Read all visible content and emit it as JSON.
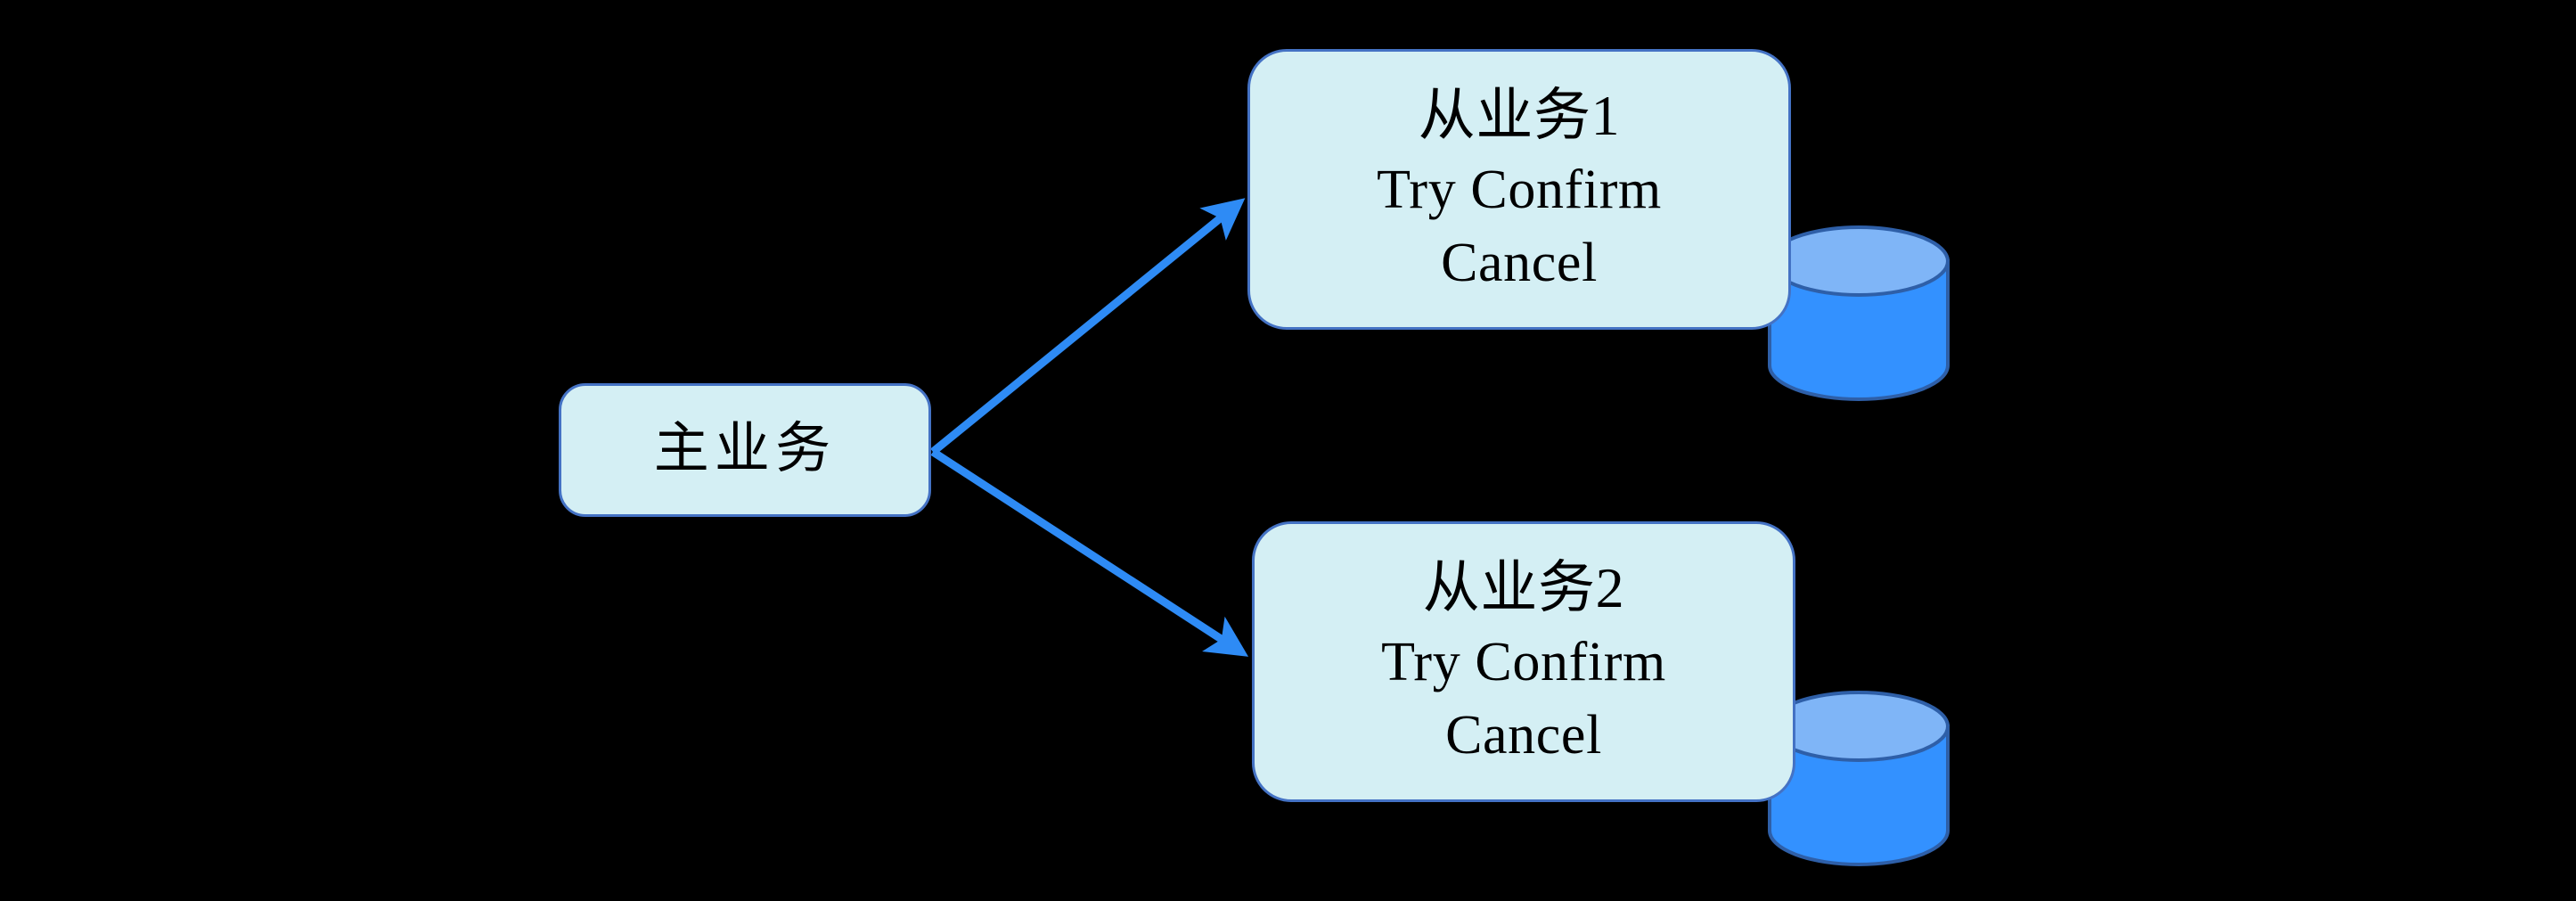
{
  "diagram": {
    "background_color": "#000000",
    "node_fill": "#d4eff4",
    "node_stroke": "#4472c4",
    "arrow_color": "#2e8bf5",
    "db_body_color": "#3391ff",
    "db_cap_color": "#7fb5f7",
    "db_stroke_color": "#2e5fa8",
    "main": {
      "label": "主业务"
    },
    "branches": [
      {
        "title": "从业务1",
        "line2": "Try Confirm",
        "line3": "Cancel",
        "database_icon": "database-cylinder-icon"
      },
      {
        "title": "从业务2",
        "line2": "Try Confirm",
        "line3": "Cancel",
        "database_icon": "database-cylinder-icon"
      }
    ],
    "edges": [
      {
        "from": "主业务",
        "to": "从业务1",
        "icon": "arrow-icon"
      },
      {
        "from": "主业务",
        "to": "从业务2",
        "icon": "arrow-icon"
      }
    ]
  }
}
